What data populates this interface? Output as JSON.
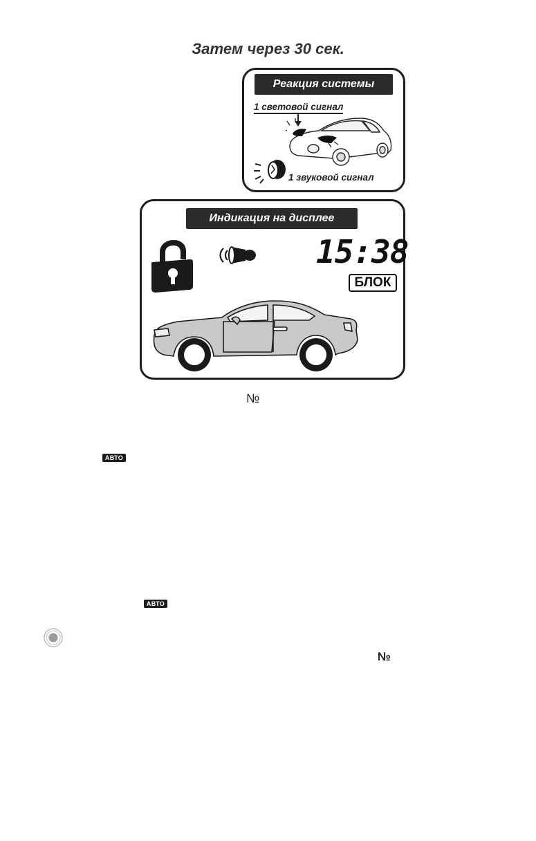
{
  "heading": "Затем через 30 сек.",
  "reaction": {
    "banner": "Реакция системы",
    "light_signal": "1 световой сигнал",
    "sound_signal": "1 звуковой сигнал"
  },
  "display": {
    "banner": "Индикация на дисплее",
    "time": "15:38",
    "blok": "БЛОК"
  },
  "marks": {
    "numero_1": "№",
    "numero_2": "№",
    "avto_1": "АВТО",
    "avto_2": "АВТО"
  },
  "icons": [
    "lock-closed-icon",
    "siren-sound-icon",
    "siren-icon",
    "sports-car-icon",
    "sedan-car-icon",
    "radio-button-icon"
  ],
  "colors": {
    "dark": "#1e1e1e",
    "car_fill": "#c9c9c9",
    "banner": "#2a2a2a"
  }
}
